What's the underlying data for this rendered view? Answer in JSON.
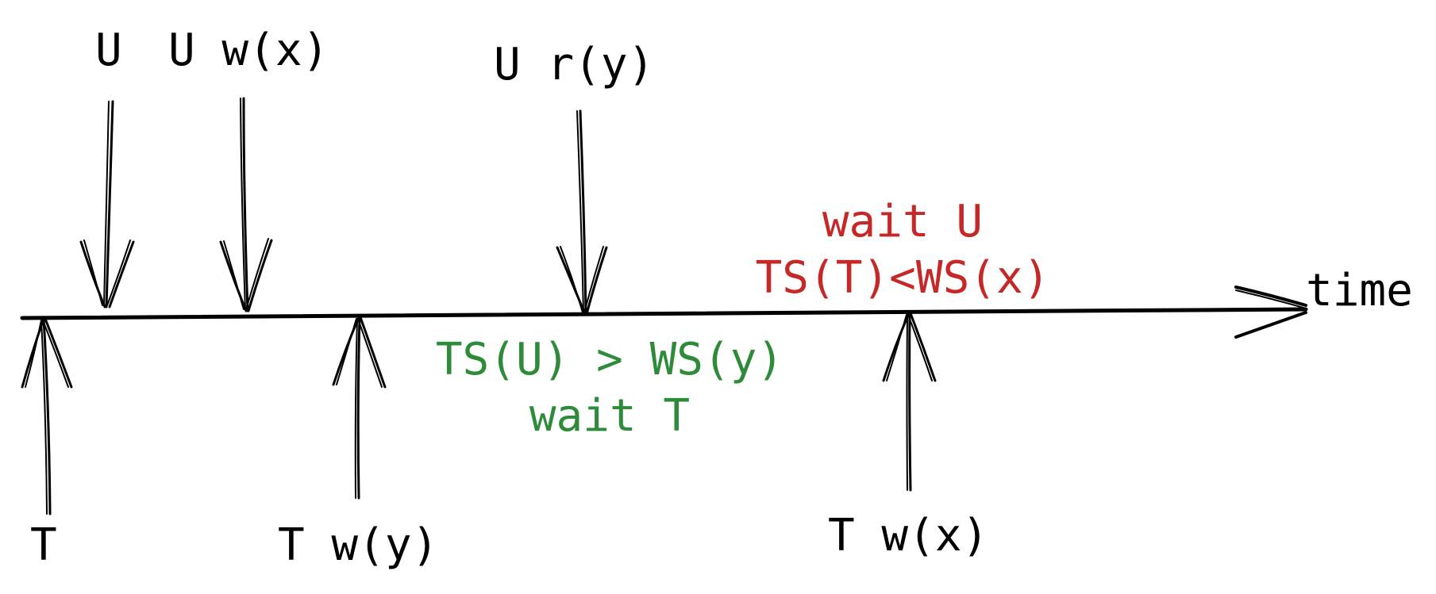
{
  "axis": {
    "label": "time"
  },
  "events_above": [
    {
      "id": "u-start",
      "label": "U"
    },
    {
      "id": "u-write-x",
      "label": "U w(x)"
    },
    {
      "id": "u-read-y",
      "label": "U r(y)"
    }
  ],
  "events_below": [
    {
      "id": "t-start",
      "label": "T"
    },
    {
      "id": "t-write-y",
      "label": "T w(y)"
    },
    {
      "id": "t-write-x",
      "label": "T w(x)"
    }
  ],
  "annotations": {
    "green": {
      "color": "#2e8b3a",
      "line1": "TS(U) > WS(y)",
      "line2": "wait T"
    },
    "red": {
      "color": "#c62828",
      "line1": "wait U",
      "line2": "TS(T)<WS(x)"
    }
  },
  "colors": {
    "ink": "#000000",
    "background": "#ffffff"
  }
}
